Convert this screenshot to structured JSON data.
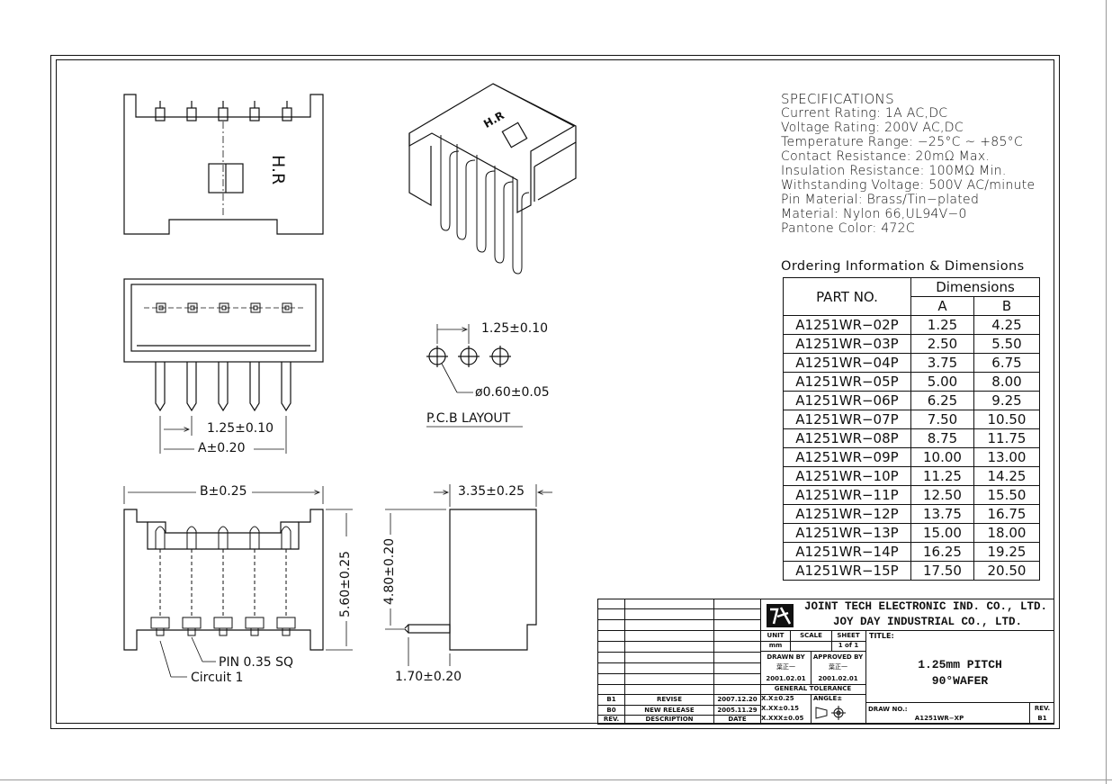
{
  "specifications": {
    "heading": "SPECIFICATIONS",
    "lines": [
      "Current Rating: 1A AC,DC",
      "Voltage Rating: 200V AC,DC",
      "Temperature Range: −25°C ~ +85°C",
      "Contact Resistance: 20mΩ Max.",
      "Insulation Resistance: 100MΩ Min.",
      "Withstanding Voltage: 500V AC/minute",
      "Pin Material: Brass/Tin−plated",
      "Material: Nylon 66,UL94V−0",
      "Pantone Color: 472C"
    ]
  },
  "ordering": {
    "title": "Ordering Information & Dimensions",
    "col_part": "PART NO.",
    "col_dimensions": "Dimensions",
    "col_a": "A",
    "col_b": "B",
    "rows": [
      [
        "A1251WR−02P",
        "1.25",
        "4.25"
      ],
      [
        "A1251WR−03P",
        "2.50",
        "5.50"
      ],
      [
        "A1251WR−04P",
        "3.75",
        "6.75"
      ],
      [
        "A1251WR−05P",
        "5.00",
        "8.00"
      ],
      [
        "A1251WR−06P",
        "6.25",
        "9.25"
      ],
      [
        "A1251WR−07P",
        "7.50",
        "10.50"
      ],
      [
        "A1251WR−08P",
        "8.75",
        "11.75"
      ],
      [
        "A1251WR−09P",
        "10.00",
        "13.00"
      ],
      [
        "A1251WR−10P",
        "11.25",
        "14.25"
      ],
      [
        "A1251WR−11P",
        "12.50",
        "15.50"
      ],
      [
        "A1251WR−12P",
        "13.75",
        "16.75"
      ],
      [
        "A1251WR−13P",
        "15.00",
        "18.00"
      ],
      [
        "A1251WR−14P",
        "16.25",
        "19.25"
      ],
      [
        "A1251WR−15P",
        "17.50",
        "20.50"
      ]
    ]
  },
  "drawing": {
    "hr_label": "H.R",
    "pitch_dim": "1.25±0.10",
    "a_dim": "A±0.20",
    "b_dim": "B±0.25",
    "height_dim": "5.60±0.25",
    "pin_height_dim": "4.80±0.20",
    "depth_dim": "3.35±0.25",
    "pin_dim": "1.70±0.20",
    "pcb_pitch": "1.25±0.10",
    "pcb_hole": "ø0.60±0.05",
    "pcb_layout": "P.C.B LAYOUT",
    "pin_note": "PIN 0.35 SQ",
    "circuit_note": "Circuit 1"
  },
  "title_block": {
    "company1": "JOINT TECH ELECTRONIC IND. CO., LTD.",
    "company2": "JOY DAY INDUSTRIAL CO., LTD.",
    "unit_label": "UNIT",
    "unit_value": "mm",
    "scale_label": "SCALE",
    "sheet_label": "SHEET",
    "sheet_value": "1 of 1",
    "title_label": "TITLE:",
    "title_line1": "1.25mm PITCH",
    "title_line2": "90°WAFER",
    "drawn_by_label": "DRAWN BY",
    "approved_by_label": "APPROVED BY",
    "drawn_name": "葉正一",
    "approved_name": "葉正一",
    "drawn_date": "2001.02.01",
    "approved_date": "2001.02.01",
    "general_tolerance": "GENERAL TOLERANCE",
    "tol1": "X.X±0.25",
    "tol2": "X.XX±0.15",
    "tol3": "X.XXX±0.05",
    "angle_label": "ANGLE±",
    "drawing_no_label": "DRAW NO.:",
    "drawing_no": "A1251WR−XP",
    "rev_label": "REV.",
    "rev_value": "B1",
    "revisions": [
      {
        "rev": "B1",
        "description": "REVISE",
        "date": "2007.12.20"
      },
      {
        "rev": "B0",
        "description": "NEW RELEASE",
        "date": "2005.11.29"
      }
    ],
    "rev_header": "REV.",
    "desc_header": "DESCRIPTION",
    "date_header": "DATE"
  }
}
